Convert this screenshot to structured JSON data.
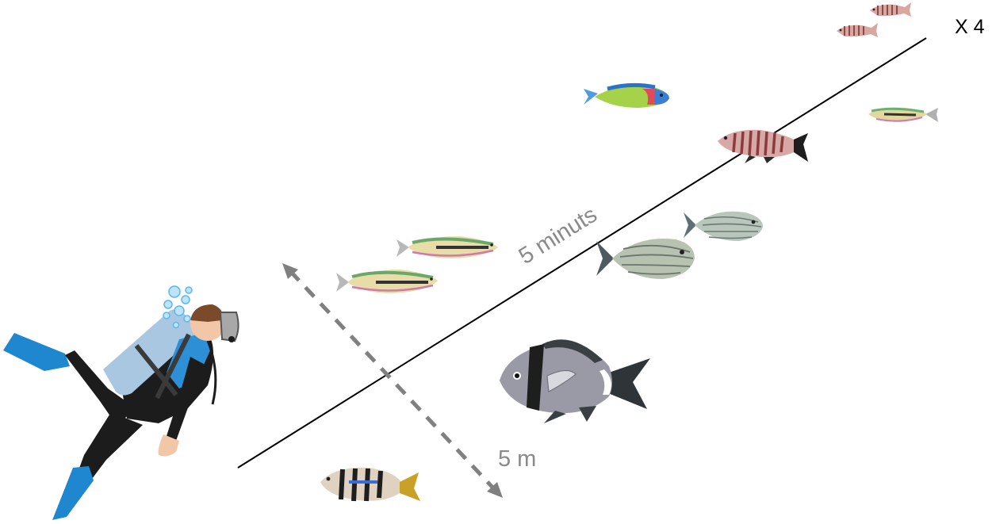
{
  "labels": {
    "replicates": "X 4",
    "duration": "5 minuts",
    "width": "5 m"
  },
  "colors": {
    "transect_line": "#000000",
    "dashed_arrow": "#808080",
    "label_gray": "#8a8a8a",
    "fin_blue": "#1f86d0",
    "wetsuit": "#1c1c1c",
    "tank": "#a9c7e0",
    "vest": "#2d8fd6",
    "skin": "#f1c7a8",
    "hair": "#7a4a2a"
  },
  "icons": [
    "scuba-diver-icon",
    "air-bubbles-icon",
    "wrasse-fish-icon",
    "parrotfish-icon",
    "comber-fish-icon",
    "sea-bream-fish-icon",
    "two-banded-bream-fish-icon",
    "painted-comber-fish-icon"
  ]
}
